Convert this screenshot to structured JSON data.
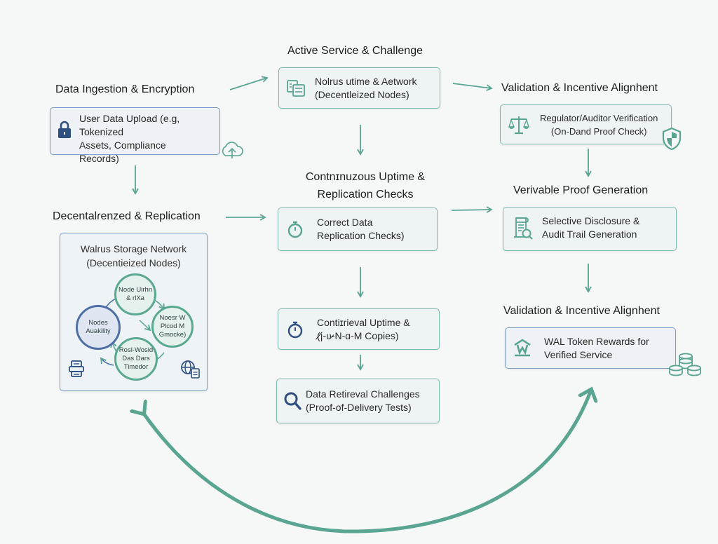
{
  "colors": {
    "teal": "#5aa492",
    "navy": "#2f4f82",
    "border_teal": "#7fb8ae",
    "border_blue": "#7c9cc2"
  },
  "col1": {
    "title": "Data Ingestion & Encryption",
    "upload_box": {
      "lines": [
        "User Data Upload (e.g, Tokenized",
        "Assets, Compliance",
        "Records)"
      ],
      "icon": "lock-icon",
      "badge_icon": "cloud-upload-icon"
    },
    "section2_title": "Decentalɾenzed & Replication",
    "network_box": {
      "title_lines": [
        "Walrus Storage Network",
        "(Decentieized Nodes)"
      ],
      "nodes": [
        {
          "label": "Node Uirhn & rlXa"
        },
        {
          "label": "Noesr W Plcod M Gmocke)"
        },
        {
          "label": "Rosl-Wosid Das Dars Timedor"
        },
        {
          "label": "Nodes Auakility"
        }
      ],
      "corner_icons": [
        "server-icon",
        "globe-document-icon"
      ]
    }
  },
  "col2": {
    "title": "Active Service & Challenge",
    "box1": {
      "lines": [
        "Nolrus utime & Aetwork",
        "(Decentleized Nodes)"
      ],
      "icon": "document-stack-icon"
    },
    "section2_title_lines": [
      "Contnɪnuzous Uptime &",
      "Replication Checks"
    ],
    "box2": {
      "lines": [
        "Correct Data",
        "Replication Checks)"
      ],
      "icon": "stopwatch-icon"
    },
    "box3": {
      "lines": [
        "Contiɪrieval Uptime &",
        "(ꞁ̸-ʋ̷-N-ɑ-M Copies)"
      ],
      "icon": "stopwatch-icon"
    },
    "box4": {
      "lines": [
        "Data Retireval Challenges",
        "(Proof-of-Delivery Tests)"
      ],
      "icon": "magnifier-icon"
    }
  },
  "col3": {
    "title": "Validation & Incentive Alignhent",
    "box1": {
      "lines": [
        "Regulator/Auditor Verification",
        "(On-Dand Proof Check)"
      ],
      "icon": "scales-icon",
      "badge_icon": "shield-icon"
    },
    "section2_title": "Verivable Proof Generation",
    "box2": {
      "lines": [
        "Selective Disclosure &",
        "Audit Trail Generation"
      ],
      "icon": "scroll-search-icon"
    },
    "section3_title": "Validation & Incentive Alignhent",
    "box3": {
      "lines": [
        "WAL Token Rewards for",
        "Verified Service"
      ],
      "icon": "token-house-icon",
      "badge_icon": "coins-stack-icon"
    }
  }
}
